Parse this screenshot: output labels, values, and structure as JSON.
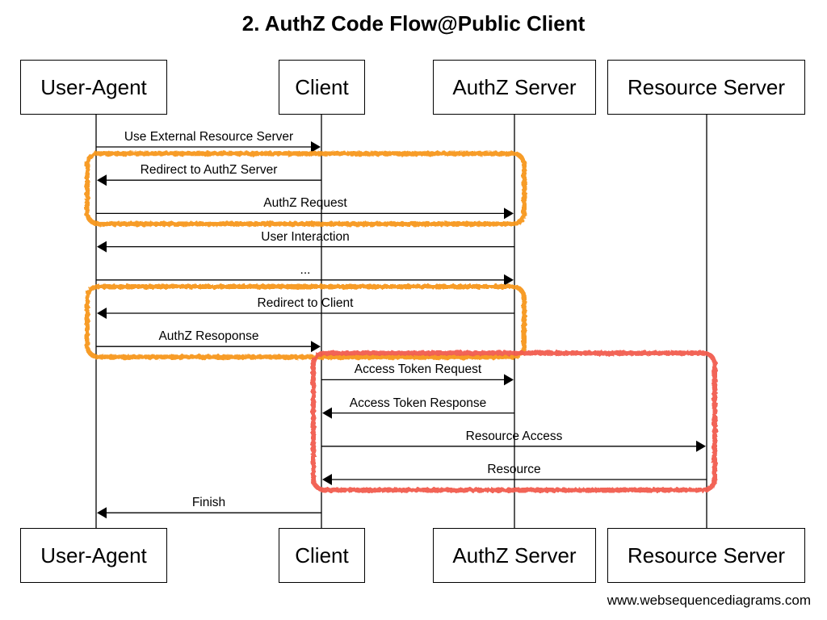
{
  "title": "2. AuthZ Code Flow@Public Client",
  "footer": "www.websequencediagrams.com",
  "participants": [
    {
      "id": "ua",
      "name": "User-Agent"
    },
    {
      "id": "client",
      "name": "Client"
    },
    {
      "id": "authz",
      "name": "AuthZ Server"
    },
    {
      "id": "rs",
      "name": "Resource Server"
    }
  ],
  "messages": [
    {
      "from": "ua",
      "to": "client",
      "label": "Use External Resource Server"
    },
    {
      "from": "client",
      "to": "ua",
      "label": "Redirect to AuthZ Server"
    },
    {
      "from": "ua",
      "to": "authz",
      "label": "AuthZ Request"
    },
    {
      "from": "authz",
      "to": "ua",
      "label": "User Interaction"
    },
    {
      "from": "ua",
      "to": "authz",
      "label": "..."
    },
    {
      "from": "authz",
      "to": "ua",
      "label": "Redirect to Client"
    },
    {
      "from": "ua",
      "to": "client",
      "label": "AuthZ Resoponse"
    },
    {
      "from": "client",
      "to": "authz",
      "label": "Access Token Request"
    },
    {
      "from": "authz",
      "to": "client",
      "label": "Access Token Response"
    },
    {
      "from": "client",
      "to": "rs",
      "label": "Resource Access"
    },
    {
      "from": "rs",
      "to": "client",
      "label": "Resource"
    },
    {
      "from": "client",
      "to": "ua",
      "label": "Finish"
    }
  ],
  "highlights": [
    {
      "color": "#f7971e",
      "covers_messages": [
        1,
        2
      ]
    },
    {
      "color": "#f7971e",
      "covers_messages": [
        5,
        6
      ]
    },
    {
      "color": "#f25c50",
      "covers_messages": [
        7,
        8,
        9,
        10
      ]
    }
  ],
  "colors": {
    "line": "#000000",
    "orange": "#f7971e",
    "red": "#f25c50"
  }
}
